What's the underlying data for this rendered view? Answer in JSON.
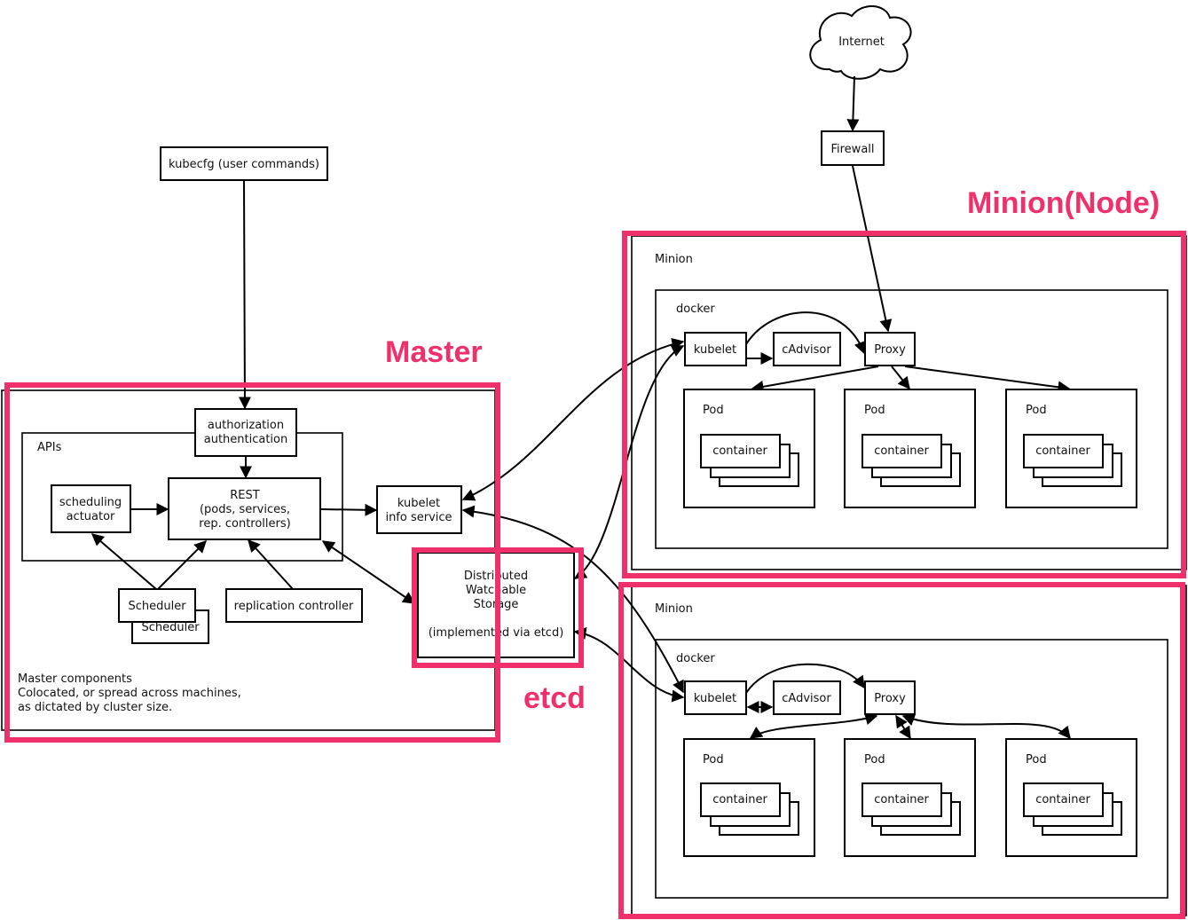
{
  "annotations": {
    "master": "Master",
    "minion_node": "Minion(Node)",
    "etcd": "etcd"
  },
  "top": {
    "internet": "Internet",
    "firewall": "Firewall",
    "kubecfg": "kubecfg (user commands)"
  },
  "master": {
    "auth_line1": "authorization",
    "auth_line2": "authentication",
    "apis_label": "APIs",
    "scheduling_line1": "scheduling",
    "scheduling_line2": "actuator",
    "rest_line1": "REST",
    "rest_line2": "(pods, services,",
    "rest_line3": "rep. controllers)",
    "kubelet_info_line1": "kubelet",
    "kubelet_info_line2": "info service",
    "scheduler": "Scheduler",
    "scheduler_back": "Scheduler",
    "replication_controller": "replication controller",
    "components_line1": "Master components",
    "components_line2": "Colocated, or spread across machines,",
    "components_line3": "as dictated by cluster size."
  },
  "storage": {
    "line1": "Distributed",
    "line2": "Watchable",
    "line3": "Storage",
    "line4": "(implemented via etcd)"
  },
  "minion1": {
    "label": "Minion",
    "docker": "docker",
    "kubelet": "kubelet",
    "cadvisor": "cAdvisor",
    "proxy": "Proxy",
    "pods": [
      {
        "label": "Pod",
        "container": "container"
      },
      {
        "label": "Pod",
        "container": "container"
      },
      {
        "label": "Pod",
        "container": "container"
      }
    ]
  },
  "minion2": {
    "label": "Minion",
    "docker": "docker",
    "kubelet": "kubelet",
    "cadvisor": "cAdvisor",
    "proxy": "Proxy",
    "pods": [
      {
        "label": "Pod",
        "container": "container"
      },
      {
        "label": "Pod",
        "container": "container"
      },
      {
        "label": "Pod",
        "container": "container"
      }
    ]
  },
  "colors": {
    "highlight": "#f0306a",
    "line": "#000000",
    "background": "#ffffff"
  }
}
